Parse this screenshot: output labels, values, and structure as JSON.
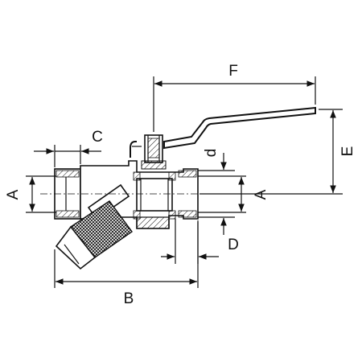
{
  "dimensions": {
    "F": "F",
    "C": "C",
    "E": "E",
    "d": "d",
    "A_left": "A",
    "A_right": "A",
    "D": "D",
    "B": "B"
  }
}
